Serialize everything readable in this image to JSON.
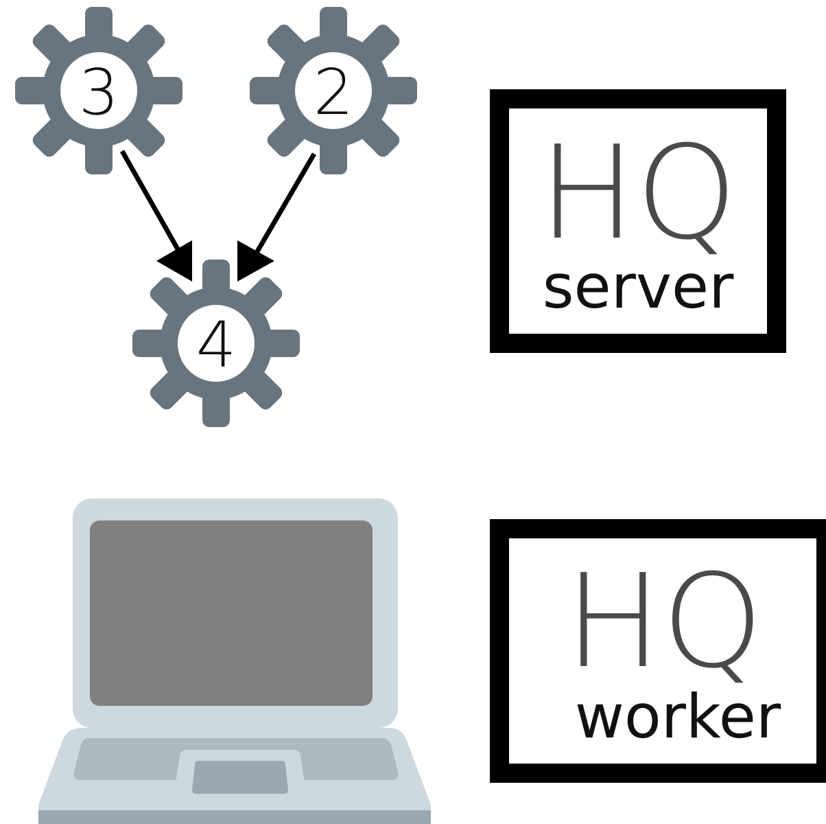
{
  "gears": [
    {
      "label": "3",
      "color": "#68757f"
    },
    {
      "label": "2",
      "color": "#68757f"
    },
    {
      "label": "4",
      "color": "#68757f"
    }
  ],
  "edges": [
    {
      "from": "3",
      "to": "4"
    },
    {
      "from": "2",
      "to": "4"
    }
  ],
  "boxes": [
    {
      "title": "HQ",
      "subtitle": "server"
    },
    {
      "title": "HQ",
      "subtitle": "worker"
    }
  ],
  "laptop": {
    "icon": "laptop-icon",
    "frame_color": "#ced8df",
    "screen_color": "#808080",
    "key_color": "#adb8bf"
  }
}
